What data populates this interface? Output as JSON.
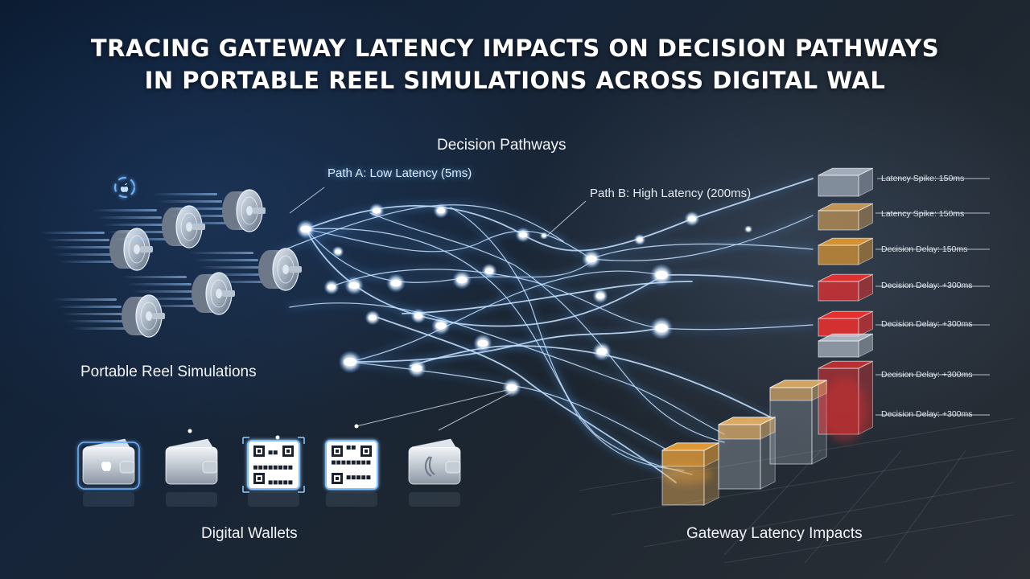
{
  "title": {
    "line1": "TRACING GATEWAY LATENCY IMPACTS ON DECISION PATHWAYS",
    "line2": "IN PORTABLE REEL SIMULATIONS ACROSS DIGITAL WAL"
  },
  "sections": {
    "decision_pathways": "Decision Pathways",
    "portable_reel": "Portable Reel Simulations",
    "digital_wallets": "Digital Wallets",
    "gateway_impacts": "Gateway Latency Impacts"
  },
  "paths": {
    "a": "Path A: Low Latency (5ms)",
    "b": "Path B: High Latency (200ms)"
  },
  "latency_tags": [
    "Latency Spike: 150ms",
    "Latency Spike: 150ms",
    "Decision Delay: 150ms",
    "Decision Delay: +300ms",
    "Decision Delay: +300ms",
    "Decision Delay: +300ms",
    "Decision Delay: +300ms"
  ],
  "colors": {
    "network_line": "#cfe6ff",
    "network_glow": "#5aa8ff",
    "stack_clear": "#c9d3e0",
    "stack_amber": "#f2b35a",
    "stack_orange": "#f0a030",
    "stack_red": "#e53030"
  },
  "icons": {
    "reels": "reel-cylinder-icon",
    "wallets": [
      "wallet-icon",
      "wallet-icon",
      "qr-code-icon",
      "qr-code-icon",
      "wallet-icon"
    ],
    "sync": "apple-logo-icon"
  }
}
